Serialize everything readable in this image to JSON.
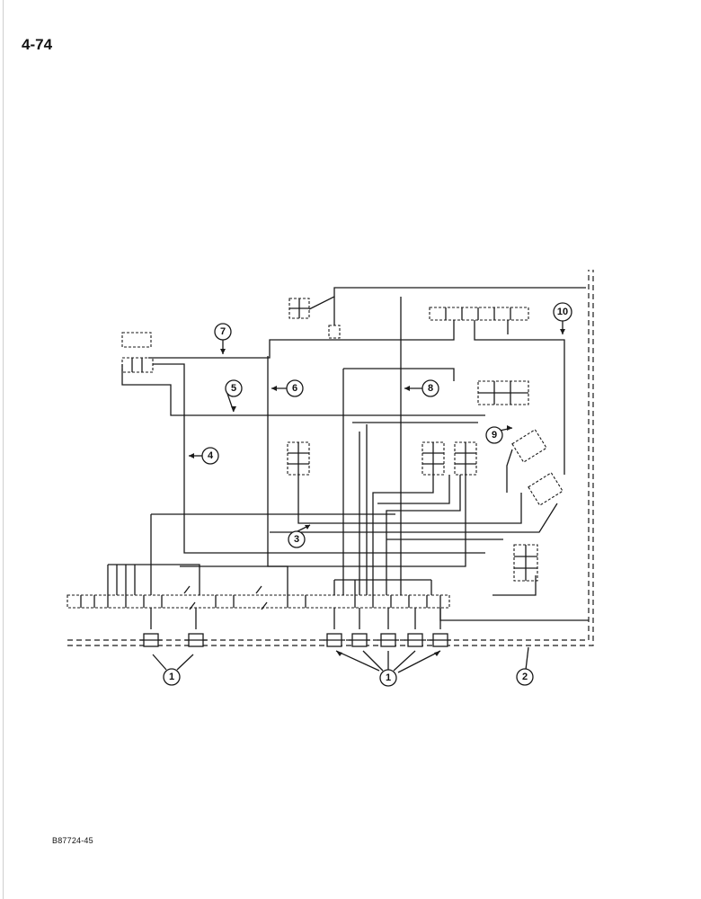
{
  "page": {
    "number": "4-74",
    "figure_code": "B87724-45"
  },
  "callouts": [
    {
      "id": "callout-1-left",
      "label": "1"
    },
    {
      "id": "callout-1-right",
      "label": "1"
    },
    {
      "id": "callout-2",
      "label": "2"
    },
    {
      "id": "callout-3",
      "label": "3"
    },
    {
      "id": "callout-4",
      "label": "4"
    },
    {
      "id": "callout-5",
      "label": "5"
    },
    {
      "id": "callout-6",
      "label": "6"
    },
    {
      "id": "callout-7",
      "label": "7"
    },
    {
      "id": "callout-8",
      "label": "8"
    },
    {
      "id": "callout-9",
      "label": "9"
    },
    {
      "id": "callout-10",
      "label": "10"
    }
  ],
  "colors": {
    "line": "#1a1a1a",
    "background": "#ffffff"
  }
}
